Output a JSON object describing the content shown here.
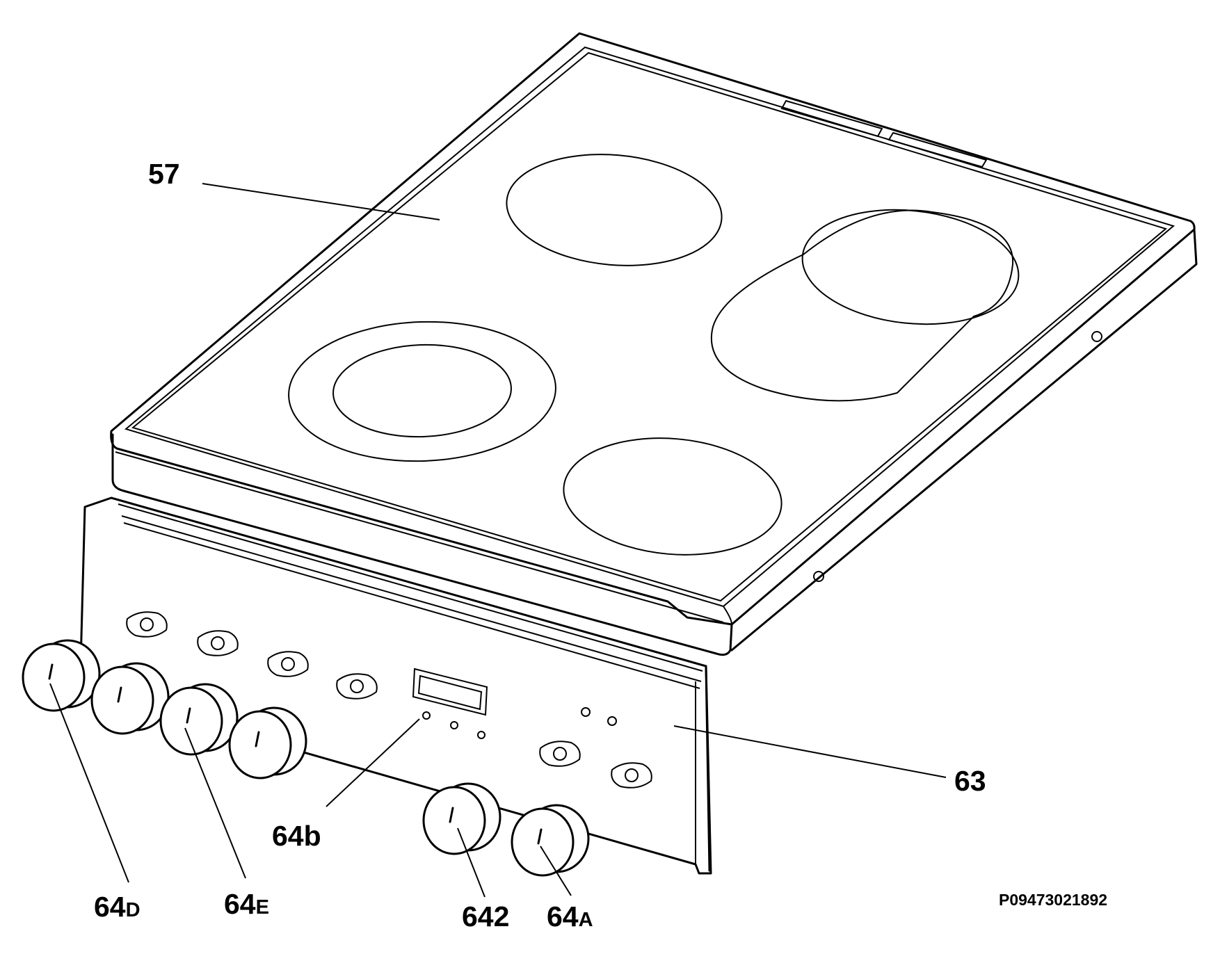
{
  "labels": {
    "hob_top": "57",
    "control_panel": "63",
    "indicator_lamp": "64b",
    "knob_d": {
      "main": "64",
      "sub": "D"
    },
    "knob_e": {
      "main": "64",
      "sub": "E"
    },
    "knob_2": "642",
    "knob_a": {
      "main": "64",
      "sub": "A"
    }
  },
  "drawing_code": "P09473021892"
}
